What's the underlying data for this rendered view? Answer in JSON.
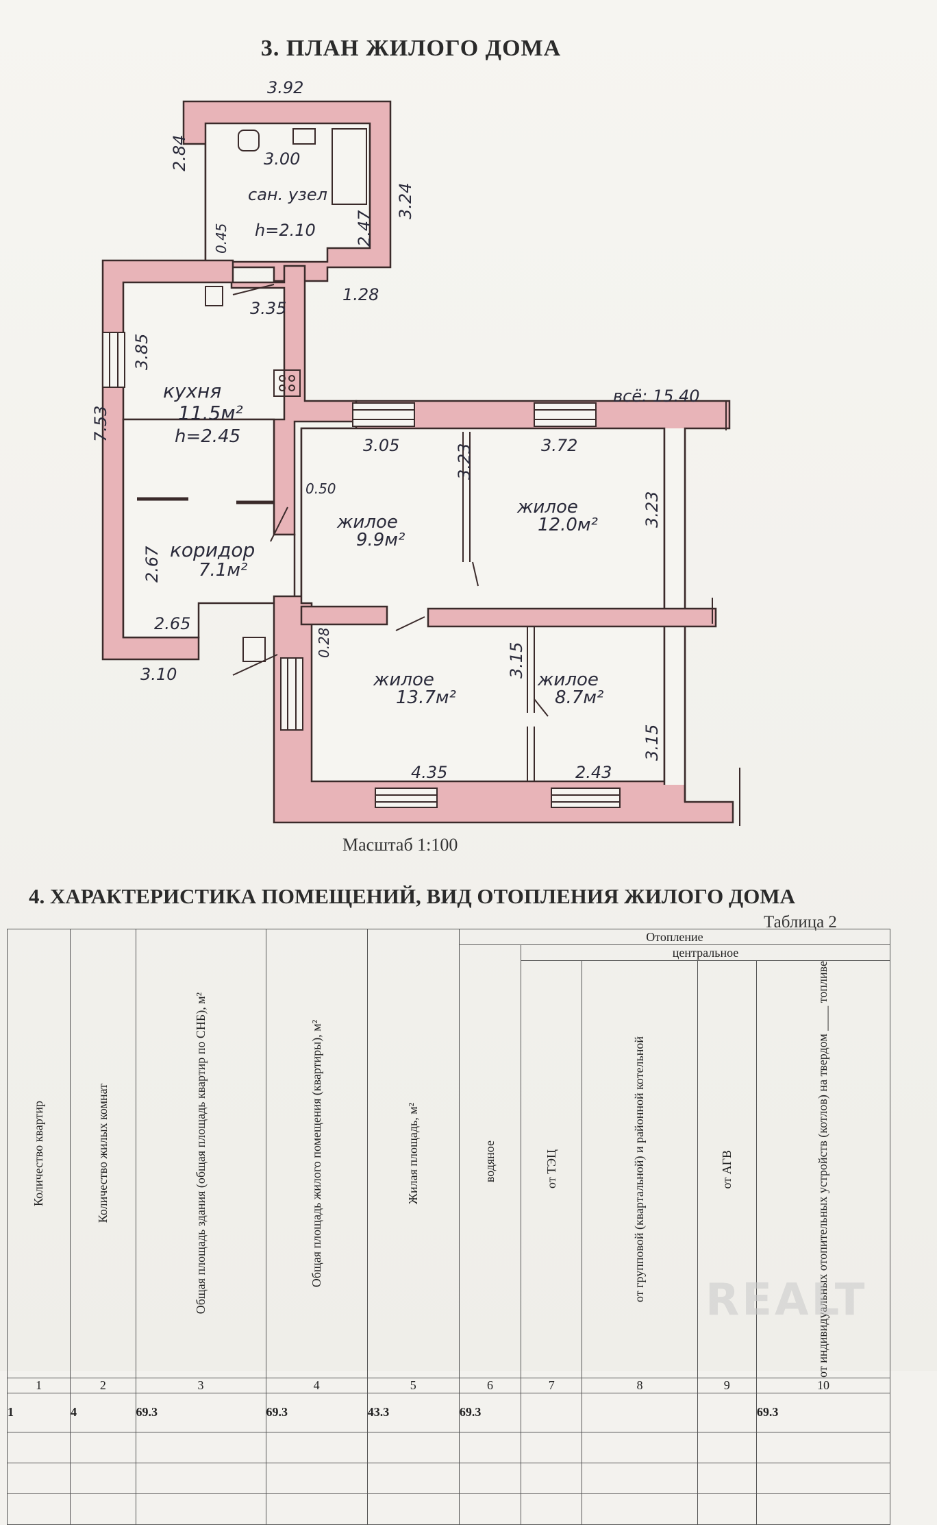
{
  "plan": {
    "title": "3. ПЛАН ЖИЛОГО ДОМА",
    "scale": "Масштаб 1:100",
    "rooms": {
      "bath_area": "3.00",
      "bath_name": "сан. узел",
      "bath_height": "h=2.10",
      "kitchen_name": "кухня",
      "kitchen_area": "11.5м²",
      "kitchen_height": "h=2.45",
      "corridor_name": "коридор",
      "corridor_area": "7.1м²",
      "living1_name": "жилое",
      "living1_area": "9.9м²",
      "living2_name": "жилое",
      "living2_area": "12.0м²",
      "living3_name": "жилое",
      "living3_area": "13.7м²",
      "living4_name": "жилое",
      "living4_area": "8.7м²"
    },
    "dims": {
      "top": "3.92",
      "bath_left": "2.84",
      "bath_right_outer": "3.24",
      "bath_right_inner": "2.47",
      "bath_step": "0.45",
      "bath_bottom": "1.28",
      "kitchen_top": "3.35",
      "kitchen_left": "3.85",
      "total_left": "7.53",
      "total_width": "всё: 15.40",
      "living1_top": "3.05",
      "living1_right": "3.23",
      "living2_top": "3.72",
      "living2_right": "3.23",
      "partition": "0.50",
      "corridor_left": "2.67",
      "corridor_bottom": "2.65",
      "bottom_left": "3.10",
      "living3_left": "0.28",
      "living3_bottom": "4.35",
      "living3_right": "3.15",
      "living4_bottom": "2.43",
      "living4_right": "3.15"
    }
  },
  "section4": {
    "title": "4. ХАРАКТЕРИСТИКА ПОМЕЩЕНИЙ, ВИД ОТОПЛЕНИЯ ЖИЛОГО ДОМА",
    "table_no": "Таблица 2",
    "headers": {
      "c1": "Количество квартир",
      "c2": "Количество жилых комнат",
      "c3": "Общая площадь здания (общая площадь квартир по СНБ), м²",
      "c4": "Общая площадь жилого помещения (квартиры), м²",
      "c5": "Жилая площадь, м²",
      "heating": "Отопление",
      "central": "центральное",
      "c6": "водяное",
      "c7": "от ТЭЦ",
      "c8": "от групповой (квартальной) и районной котельной",
      "c9": "от АГВ",
      "c10": "от индивидуальных отопительных устройств (котлов) на твердом ____ топливе"
    },
    "numbers": [
      "1",
      "2",
      "3",
      "4",
      "5",
      "6",
      "7",
      "8",
      "9",
      "10"
    ],
    "row": [
      "1",
      "4",
      "69.3",
      "69.3",
      "43.3",
      "69.3",
      "",
      "",
      "",
      "69.3"
    ]
  },
  "watermark": "REALT"
}
